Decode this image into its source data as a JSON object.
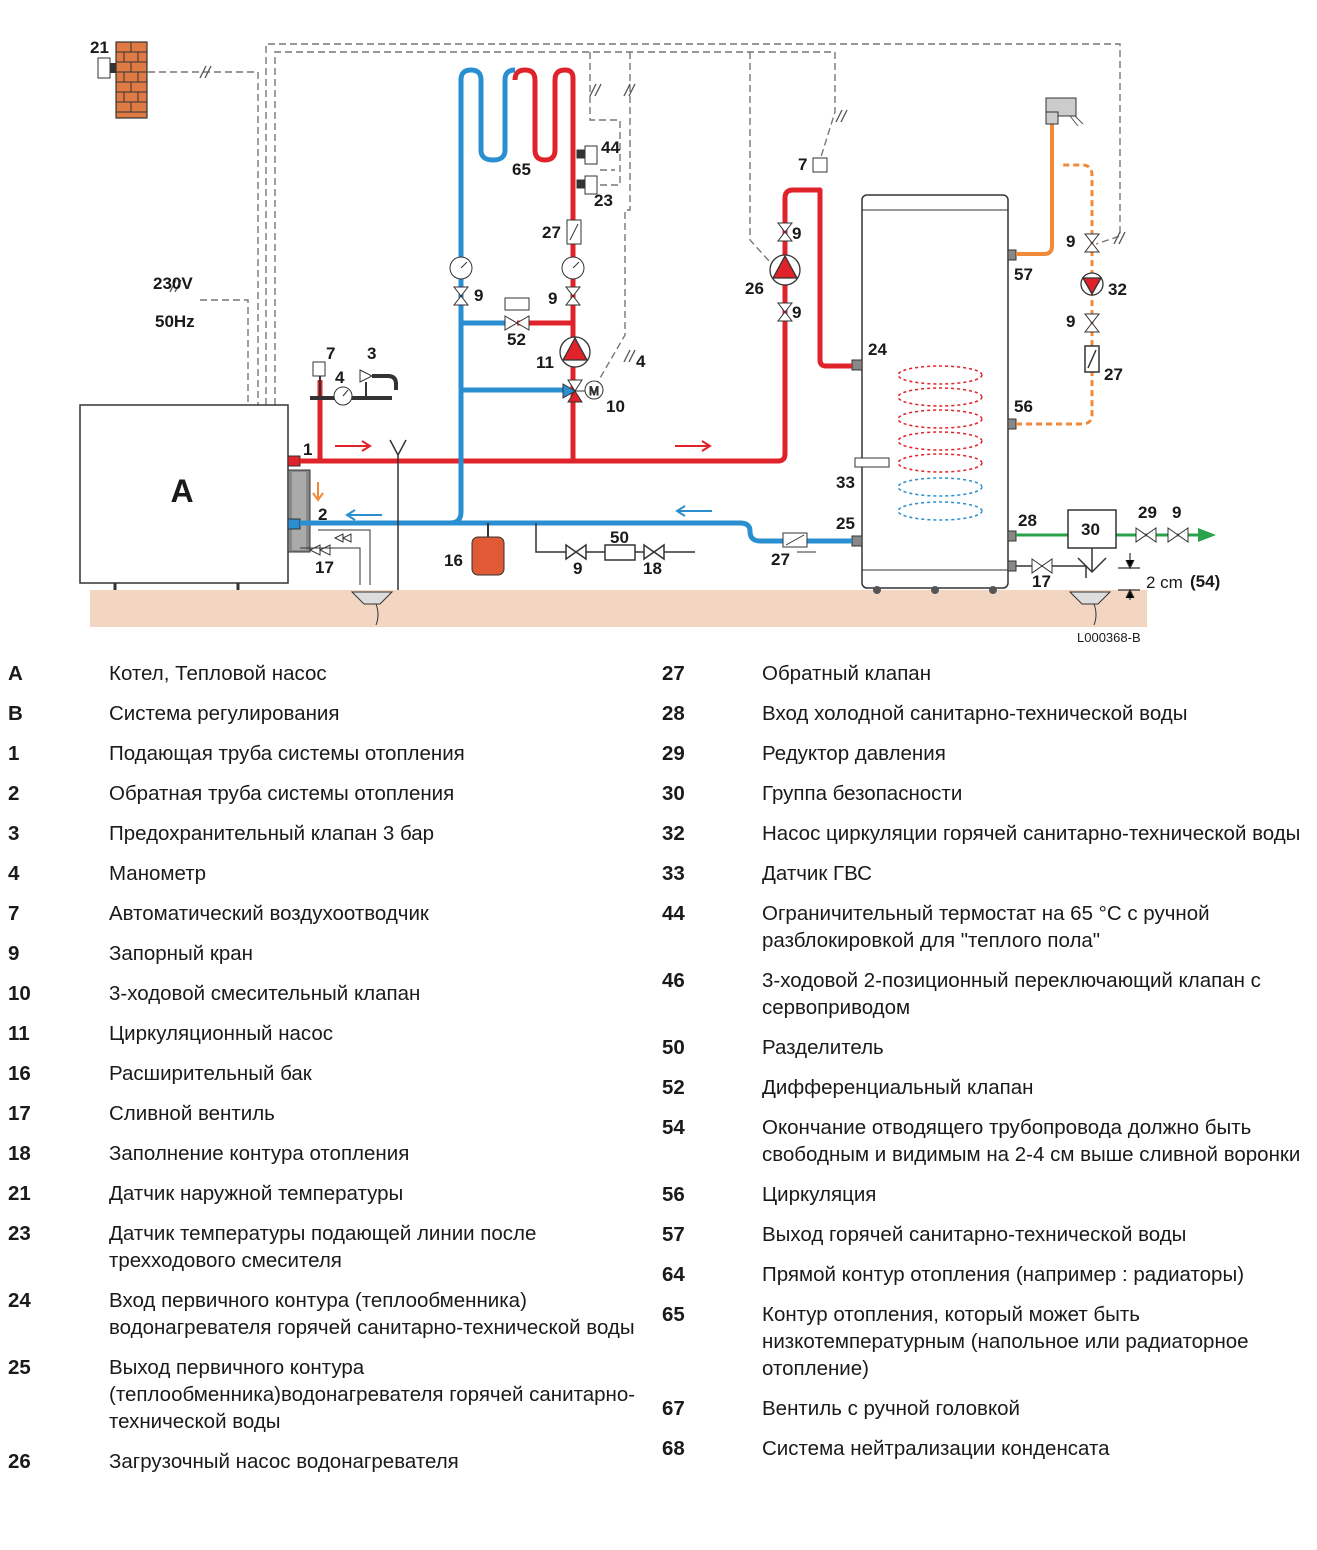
{
  "diagram": {
    "figure_ref": "L000368-B",
    "power_label_voltage": "230V",
    "power_label_freq": "50Hz",
    "boiler_label": "A",
    "motor_letter": "M",
    "drain_gap_value": "2 cm",
    "drain_gap_ref": "(54)",
    "callouts": {
      "c1": "1",
      "c2": "2",
      "c3": "3",
      "c4a": "4",
      "c4b": "4",
      "c7a": "7",
      "c7b": "7",
      "c9a": "9",
      "c9b": "9",
      "c9c": "9",
      "c9d": "9",
      "c9e": "9",
      "c9f": "9",
      "c9g": "9",
      "c9h": "9",
      "c10": "10",
      "c11": "11",
      "c16": "16",
      "c17a": "17",
      "c17b": "17",
      "c18": "18",
      "c21": "21",
      "c23": "23",
      "c24": "24",
      "c25": "25",
      "c26": "26",
      "c27a": "27",
      "c27b": "27",
      "c27c": "27",
      "c28": "28",
      "c29": "29",
      "c30": "30",
      "c32": "32",
      "c33": "33",
      "c44": "44",
      "c50": "50",
      "c52": "52",
      "c56": "56",
      "c57": "57",
      "c65": "65"
    },
    "colors": {
      "supply": "#e0222a",
      "return": "#2a8fd0",
      "dhw": "#f08a3a",
      "cold_water": "#2aa24a",
      "floor": "#f3d6c1"
    }
  },
  "legend_left": [
    {
      "code": "A",
      "text": "Котел, Тепловой насос"
    },
    {
      "code": "B",
      "text": "Система регулирования"
    },
    {
      "code": "1",
      "text": "Подающая труба системы отопления"
    },
    {
      "code": "2",
      "text": "Обратная труба системы отопления"
    },
    {
      "code": "3",
      "text": "Предохранительный клапан 3 бар"
    },
    {
      "code": "4",
      "text": "Манометр"
    },
    {
      "code": "7",
      "text": "Автоматический воздухоотводчик"
    },
    {
      "code": "9",
      "text": "Запорный кран"
    },
    {
      "code": "10",
      "text": "3-ходовой смесительный клапан"
    },
    {
      "code": "11",
      "text": "Циркуляционный насос"
    },
    {
      "code": "16",
      "text": "Расширительный бак"
    },
    {
      "code": "17",
      "text": "Сливной вентиль"
    },
    {
      "code": "18",
      "text": "Заполнение контура отопления"
    },
    {
      "code": "21",
      "text": "Датчик наружной температуры"
    },
    {
      "code": "23",
      "text": "Датчик температуры подающей линии после трехходового смесителя"
    },
    {
      "code": "24",
      "text": "Вход первичного контура (теплообменника) водонагревателя горячей санитарно-технической воды"
    },
    {
      "code": "25",
      "text": "Выход первичного контура (теплообменника)водонагревателя горячей санитарно-технической воды"
    },
    {
      "code": "26",
      "text": "Загрузочный насос водонагревателя"
    }
  ],
  "legend_right": [
    {
      "code": "27",
      "text": "Обратный клапан"
    },
    {
      "code": "28",
      "text": "Вход холодной санитарно-технической воды"
    },
    {
      "code": "29",
      "text": "Редуктор давления"
    },
    {
      "code": "30",
      "text": "Группа безопасности"
    },
    {
      "code": "32",
      "text": "Насос циркуляции горячей санитарно-технической воды"
    },
    {
      "code": "33",
      "text": "Датчик ГВС"
    },
    {
      "code": "44",
      "text": "Ограничительный термостат на 65 °C с ручной разблокировкой для \"теплого пола\""
    },
    {
      "code": "46",
      "text": "3-ходовой 2-позиционный переключающий клапан с сервоприводом"
    },
    {
      "code": "50",
      "text": "Разделитель"
    },
    {
      "code": "52",
      "text": "Дифференциальный клапан"
    },
    {
      "code": "54",
      "text": "Окончание отводящего трубопровода должно быть свободным и видимым на 2-4 см выше сливной воронки"
    },
    {
      "code": "56",
      "text": "Циркуляция"
    },
    {
      "code": "57",
      "text": "Выход горячей санитарно-технической воды"
    },
    {
      "code": "64",
      "text": "Прямой контур отопления (например : радиаторы)"
    },
    {
      "code": "65",
      "text": "Контур отопления, который может быть низкотемпературным (напольное или радиаторное отопление)"
    },
    {
      "code": "67",
      "text": "Вентиль с ручной головкой"
    },
    {
      "code": "68",
      "text": "Система нейтрализации конденсата"
    }
  ]
}
